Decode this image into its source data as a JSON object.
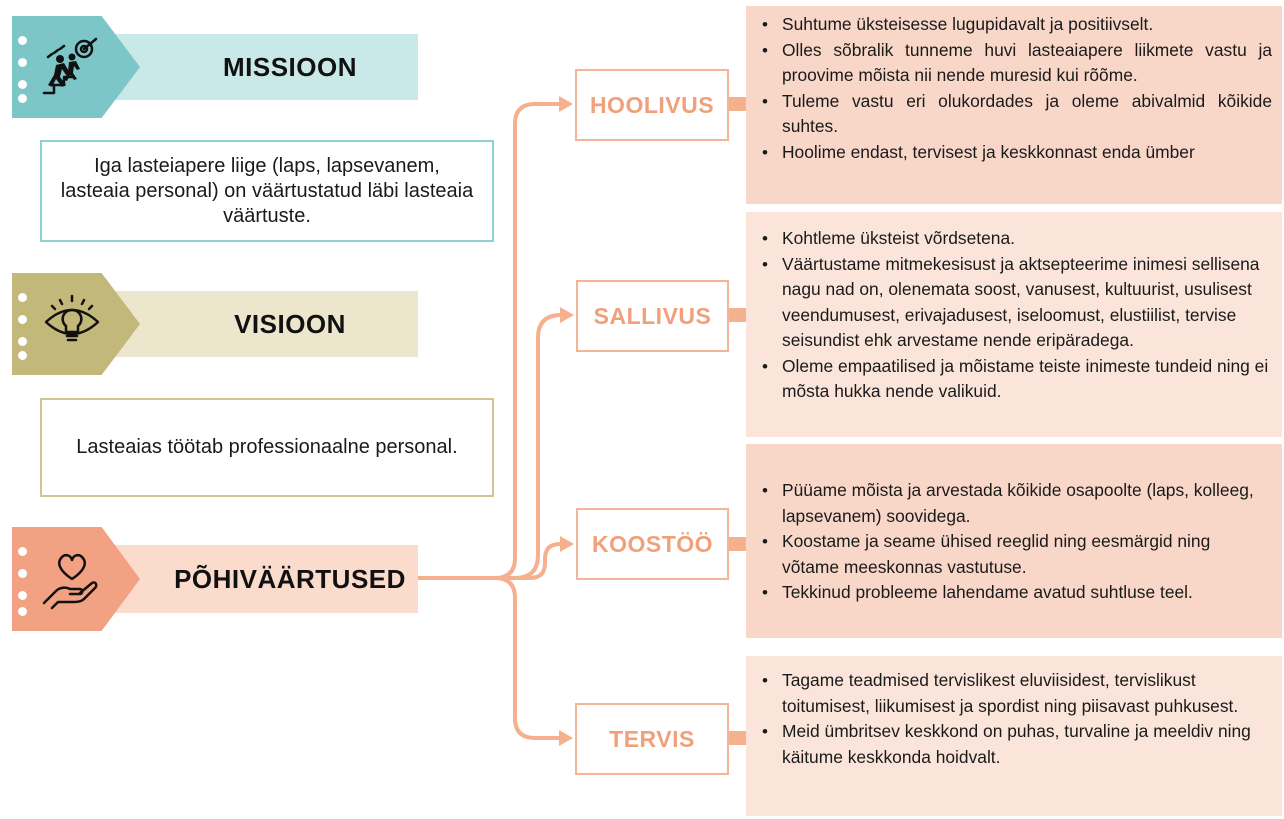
{
  "mission": {
    "title": "MISSIOON",
    "icon": "achievement-stairs-icon",
    "text": "Iga lasteiapere liige (laps, lapsevanem, lasteaia personal) on väärtustatud läbi lasteaia väärtuste.",
    "colors": {
      "badge": "#7cc6c8",
      "strip": "#c9e8e8",
      "border": "#8fd0d2"
    }
  },
  "vision": {
    "title": "VISIOON",
    "icon": "eye-lightbulb-icon",
    "text": "Lasteaias töötab professionaalne personal.",
    "colors": {
      "badge": "#c2b87a",
      "strip": "#ece6cc",
      "border": "#cfc592"
    }
  },
  "values": {
    "title": "PÕHIVÄÄRTUSED",
    "icon": "heart-hand-icon",
    "colors": {
      "badge": "#f2a183",
      "strip": "#fadbcc",
      "accent": "#f5b08e"
    },
    "items": [
      {
        "label": "HOOLIVUS",
        "bullets": [
          "Suhtume üksteisesse lugupidavalt ja positiivselt.",
          "Olles sõbralik tunneme huvi lasteaiapere liikmete vastu ja proovime mõista nii nende muresid kui rõõme.",
          "Tuleme vastu eri olukordades ja oleme abivalmid kõikide suhtes.",
          "Hoolime endast, tervisest ja keskkonnast enda ümber"
        ]
      },
      {
        "label": "SALLIVUS",
        "bullets": [
          "Kohtleme üksteist võrdsetena.",
          "Väärtustame mitmekesisust ja aktsepteerime inimesi sellisena nagu nad on, olenemata soost, vanusest, kultuurist, usulisest veendumusest, erivajadusest, iseloomust, elustiilist, tervise seisundist ehk arvestame nende eripäradega.",
          "Oleme empaatilised ja mõistame teiste inimeste tundeid ning ei mõsta hukka nende valikuid."
        ]
      },
      {
        "label": "KOOSTÖÖ",
        "bullets": [
          "Püüame mõista ja arvestada kõikide osapoolte (laps, kolleeg, lapsevanem) soovidega.",
          "Koostame ja seame ühised reeglid ning eesmärgid ning võtame meeskonnas vastutuse.",
          "Tekkinud probleeme lahendame avatud suhtluse teel."
        ]
      },
      {
        "label": "TERVIS",
        "bullets": [
          "Tagame teadmised tervislikest eluviisidest, tervislikust toitumisest, liikumisest ja spordist ning piisavast puhkusest.",
          "Meid ümbritsev keskkond on puhas, turvaline ja meeldiv ning käitume keskkonda hoidvalt."
        ]
      }
    ]
  }
}
